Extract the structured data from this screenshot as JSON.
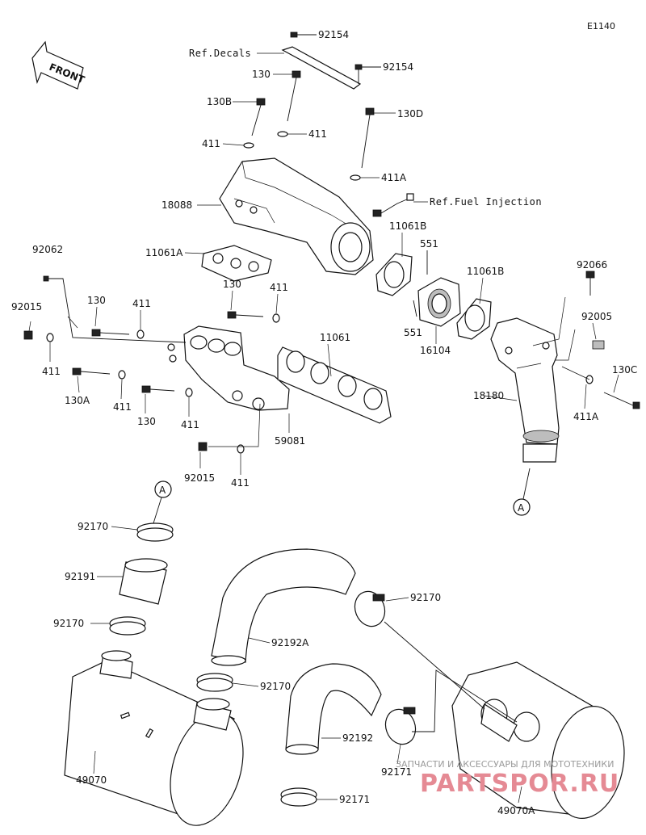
{
  "diagram_code": "E1140",
  "front_label": "FRONT",
  "refs": {
    "decals": "Ref.Decals",
    "fuel_injection": "Ref.Fuel Injection"
  },
  "callout_circle": "A",
  "parts": {
    "p92154a": "92154",
    "p92154b": "92154",
    "p130": "130",
    "p130b": "130B",
    "p130d": "130D",
    "p411a": "411",
    "p411b": "411",
    "p411A_top": "411A",
    "p18088": "18088",
    "p11061b_1": "11061B",
    "p551_1": "551",
    "p11061A": "11061A",
    "p11061b_2": "11061B",
    "p92066": "92066",
    "p92062": "92062",
    "p130_2": "130",
    "p411_c": "411",
    "p92015_1": "92015",
    "p130_3": "130",
    "p411_d": "411",
    "p11061": "11061",
    "p551_2": "551",
    "p16104": "16104",
    "p92005": "92005",
    "p130c": "130C",
    "p411_e": "411",
    "p130a": "130A",
    "p411_f": "411",
    "p130_4": "130",
    "p411_g": "411",
    "p59081": "59081",
    "p18180": "18180",
    "p411A_right": "411A",
    "p92015_2": "92015",
    "p411_h": "411",
    "p92170_1": "92170",
    "p92191": "92191",
    "p92170_2": "92170",
    "p92192a": "92192A",
    "p92170_3": "92170",
    "p92170_4": "92170",
    "p49070": "49070",
    "p92192": "92192",
    "p92171_1": "92171",
    "p92171_2": "92171",
    "p49070a": "49070A"
  },
  "watermark": {
    "subtitle": "ЗАПЧАСТИ И АКСЕССУАРЫ ДЛЯ МОТОТЕХНИКИ",
    "brand": "PARTSPOR.RU"
  }
}
